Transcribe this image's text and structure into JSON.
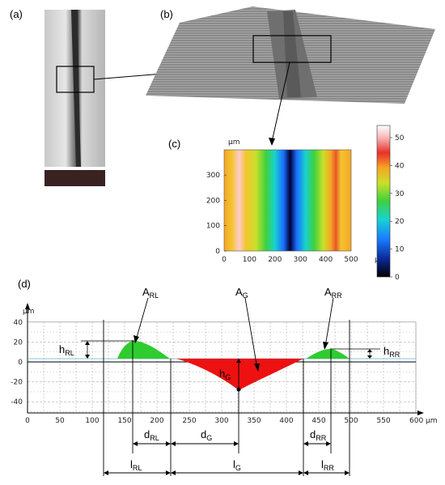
{
  "panels": {
    "a": "(a)",
    "b": "(b)",
    "c": "(c)",
    "d": "(d)"
  },
  "heatmap": {
    "unit": "µm",
    "x_ticks": [
      "0",
      "100",
      "200",
      "300",
      "400",
      "500"
    ],
    "x_unit": "µm",
    "y_ticks": [
      "0",
      "100",
      "200",
      "300"
    ],
    "colorbar_ticks": [
      "0",
      "10",
      "20",
      "30",
      "40",
      "50"
    ]
  },
  "profile": {
    "unit": "µm",
    "y_ticks": [
      "40",
      "20",
      "0",
      "-20",
      "-40"
    ],
    "x_ticks": [
      "0",
      "50",
      "100",
      "150",
      "200",
      "250",
      "300",
      "350",
      "400",
      "450",
      "500",
      "550"
    ],
    "x_last": "600 µm",
    "labels": {
      "ARL": "A",
      "ARL_sub": "RL",
      "AG": "A",
      "AG_sub": "G",
      "ARR": "A",
      "ARR_sub": "RR",
      "hRL": "h",
      "hRL_sub": "RL",
      "hG": "h",
      "hG_sub": "G",
      "hRR": "h",
      "hRR_sub": "RR",
      "dRL": "d",
      "dRL_sub": "RL",
      "dG": "d",
      "dG_sub": "G",
      "dRR": "d",
      "dRR_sub": "RR",
      "lRL": "l",
      "lRL_sub": "RL",
      "lG": "l",
      "lG_sub": "G",
      "lRR": "l",
      "lRR_sub": "RR"
    }
  },
  "colors": {
    "green": "#2ecc2e",
    "red": "#ee1111",
    "grid": "#9a9a9a"
  }
}
